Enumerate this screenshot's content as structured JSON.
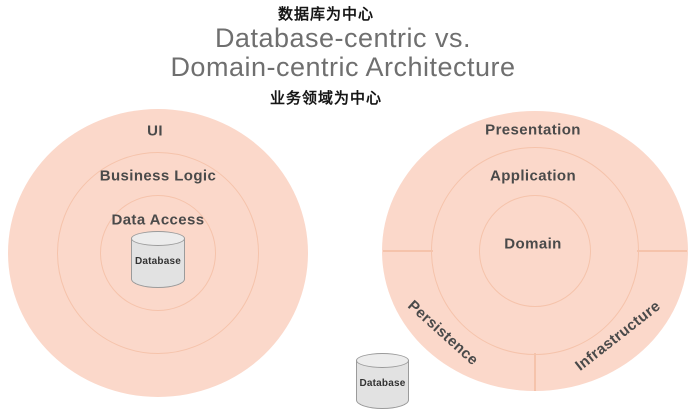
{
  "header": {
    "top_caption": "数据库为中心",
    "title_line1": "Database-centric vs.",
    "title_line2": "Domain-centric Architecture",
    "bottom_caption": "业务领域为中心"
  },
  "left_diagram": {
    "name": "Database-centric",
    "rings": [
      "UI",
      "Business Logic",
      "Data Access"
    ],
    "center_cylinder_label": "Database"
  },
  "right_diagram": {
    "name": "Domain-centric",
    "rings": [
      "Presentation",
      "Application",
      "Domain"
    ],
    "outer_segments": [
      "Persistence",
      "Infrastructure"
    ],
    "external_cylinder_label": "Database"
  },
  "colors": {
    "circle_fill": "#fbd8ca",
    "ring_stroke": "#f5c3ab",
    "title_gray": "#6f6f6f",
    "label_gray": "#4a4a4a",
    "caption_black": "#161616",
    "cylinder_fill": "#e2e2e2",
    "cylinder_stroke": "#9b9b9b"
  }
}
